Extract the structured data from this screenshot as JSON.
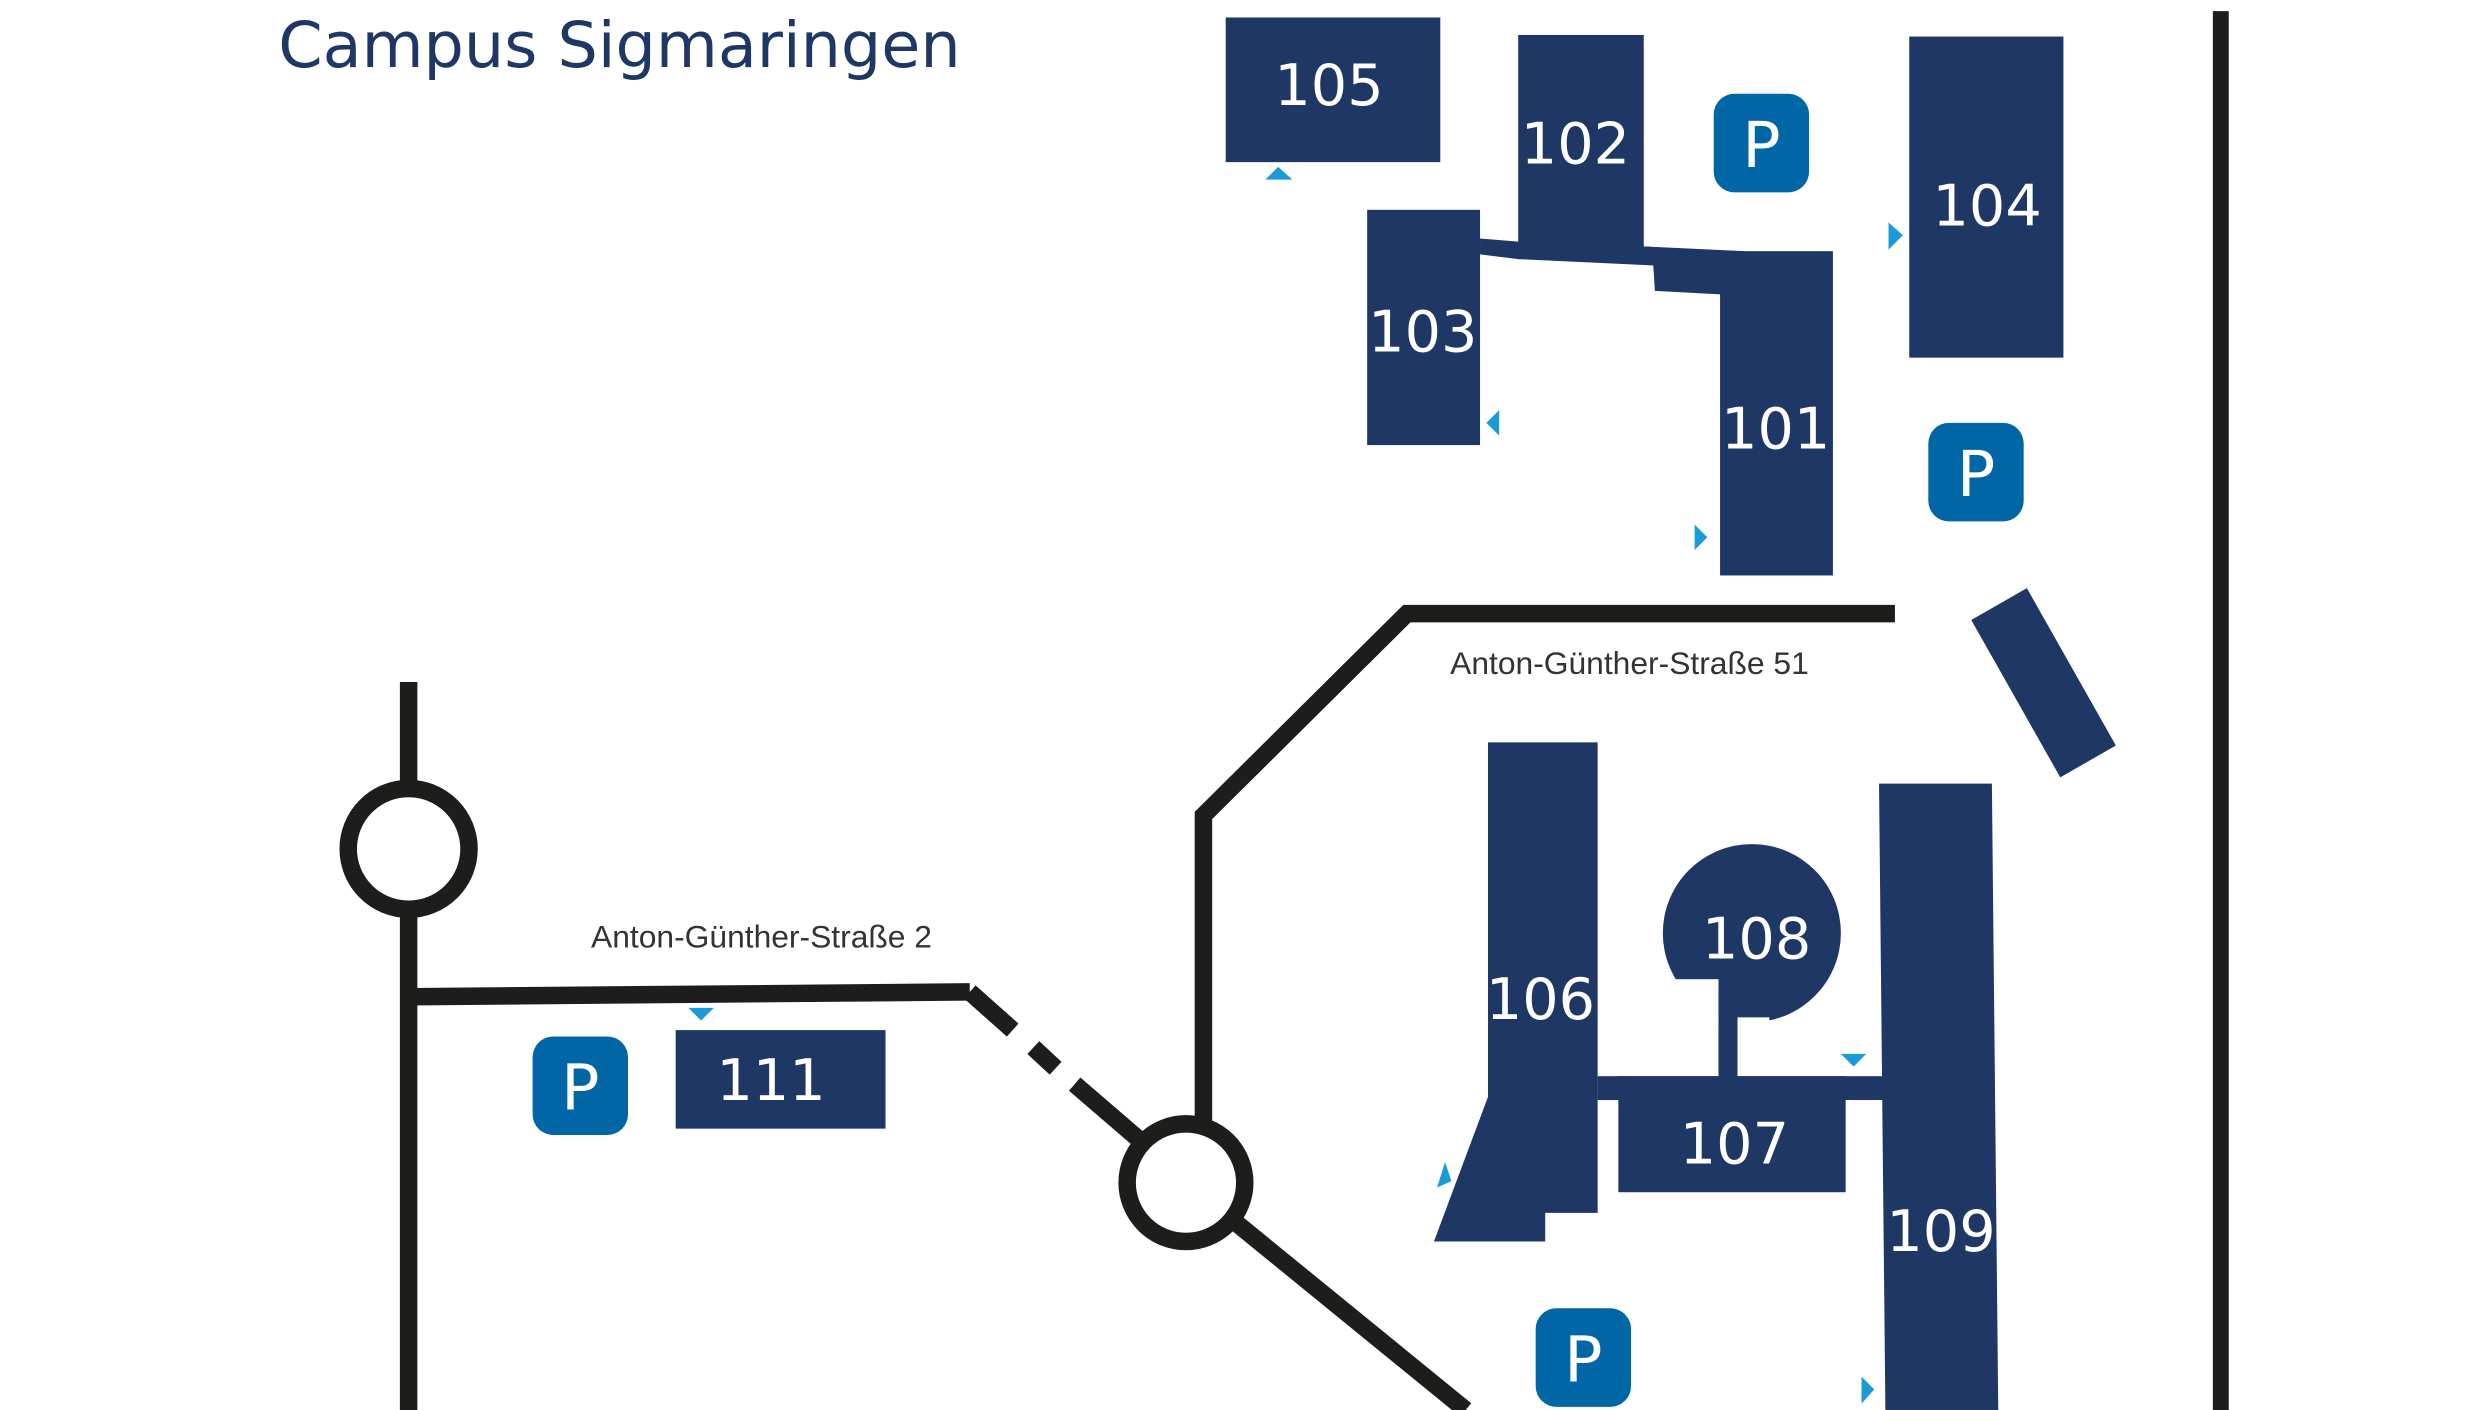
{
  "title": "Campus Sigmaringen",
  "streets": [
    "Anton-Günther-Straße 51",
    "Anton-Günther-Straße 2"
  ],
  "buildings": {
    "b101": "101",
    "b102": "102",
    "b103": "103",
    "b104": "104",
    "b105": "105",
    "b106": "106",
    "b107": "107",
    "b108": "108",
    "b109": "109",
    "b111": "111"
  },
  "parking_label": "P",
  "colors": {
    "building": "#1f3764",
    "parking": "#0066a5",
    "entrance": "#1a9ad6",
    "road": "#1d1d1b"
  }
}
